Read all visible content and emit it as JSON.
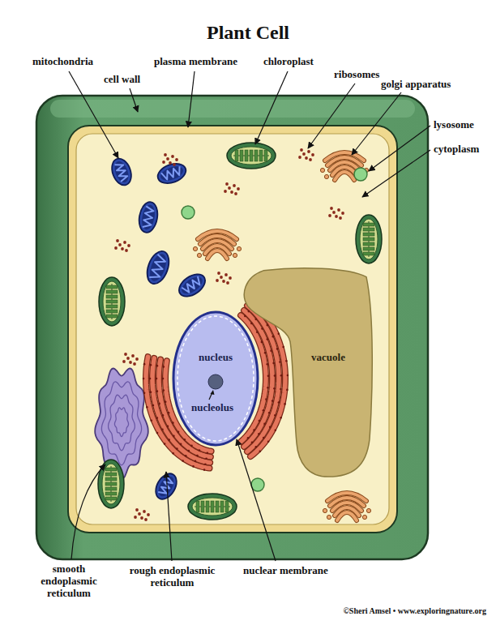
{
  "diagram": {
    "title": "Plant Cell",
    "nodes": [
      {
        "text": [
          "vacuole"
        ]
      },
      {
        "text": [
          "nucleus",
          "nucleolus"
        ]
      }
    ],
    "labels": [
      "mitochondria",
      "cell wall",
      "plasma membrane",
      "chloroplast",
      "ribosomes",
      "golgi apparatus",
      "lysosome",
      "cytoplasm",
      "smooth endoplasmic reticulum",
      "rough endoplasmic reticulum",
      "nuclear membrane",
      "©Sheri Amsel • www.exploringnature.org"
    ]
  }
}
